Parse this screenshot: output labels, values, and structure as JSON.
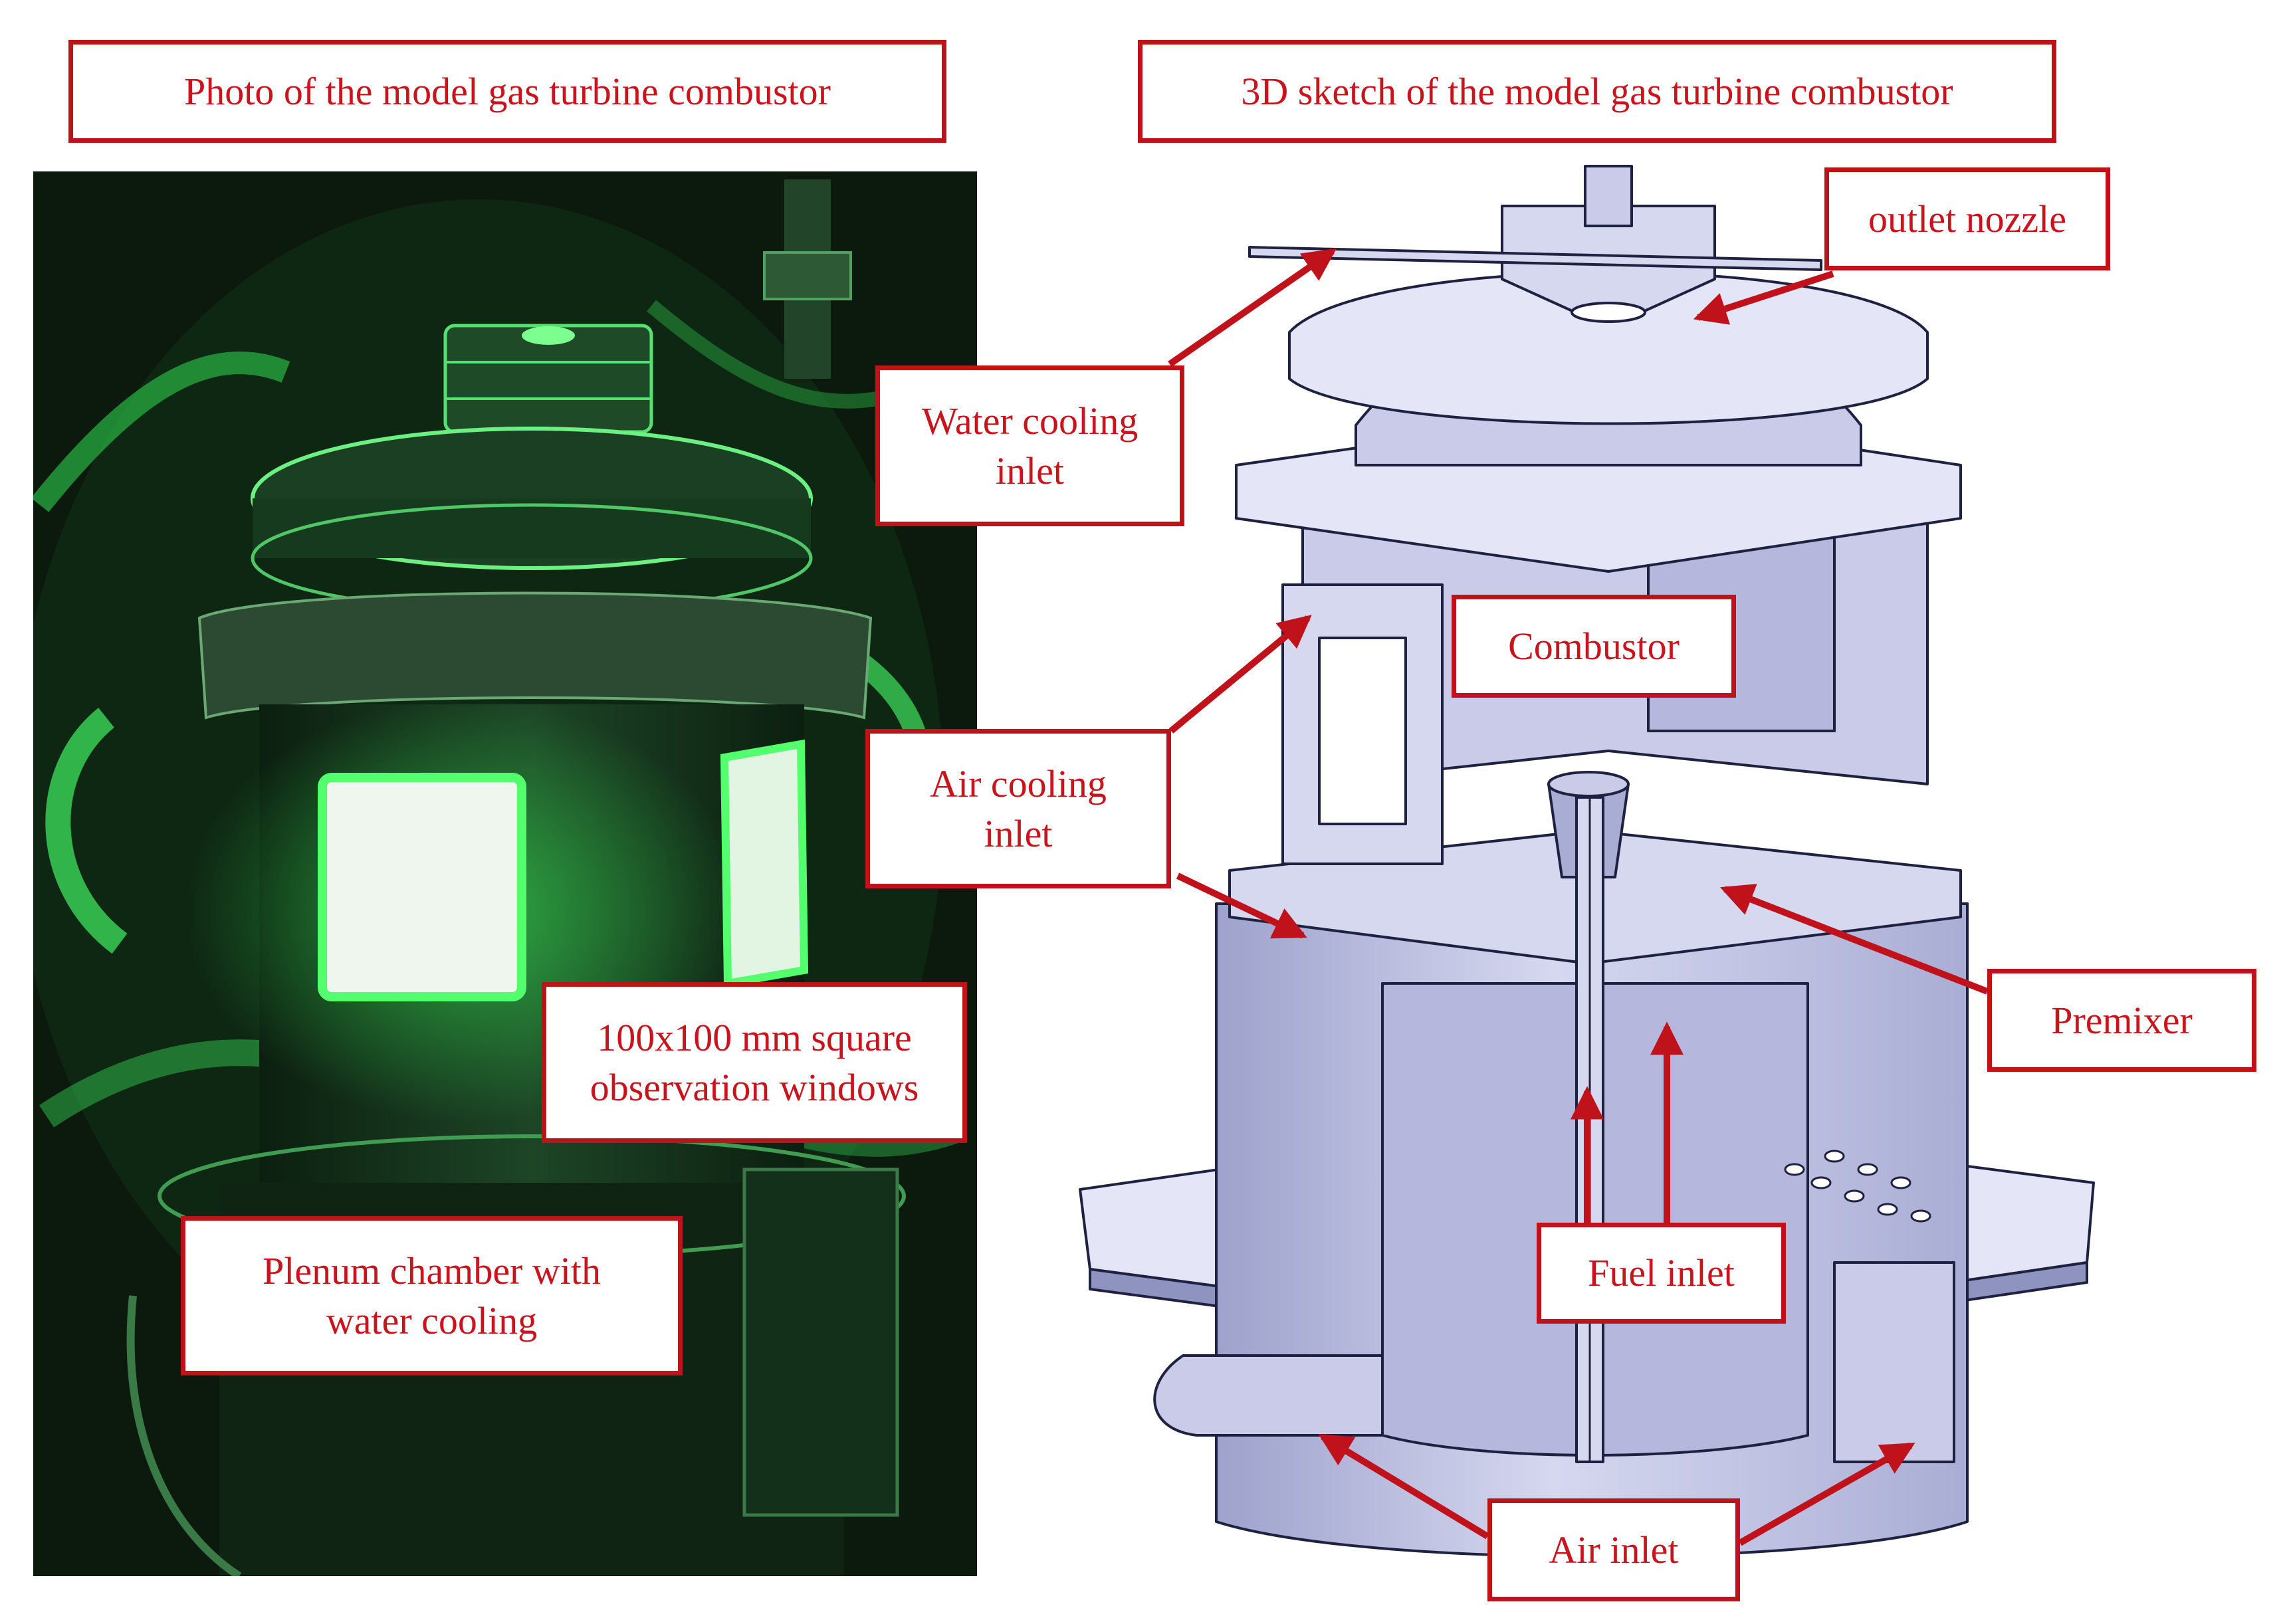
{
  "titles": {
    "photo": "Photo of the model gas turbine combustor",
    "sketch": "3D sketch of the model gas turbine combustor"
  },
  "photo_labels": {
    "windows": "100x100 mm square\nobservation windows",
    "plenum": "Plenum chamber  with\nwater cooling"
  },
  "sketch_labels": {
    "outlet_nozzle": "outlet nozzle",
    "water_cooling_inlet": "Water cooling\ninlet",
    "combustor": "Combustor",
    "air_cooling_inlet": "Air cooling\ninlet",
    "premixer": "Premixer",
    "fuel_inlet": "Fuel inlet",
    "air_inlet": "Air inlet"
  },
  "colors": {
    "accent": "#c0121b",
    "photo_bg": "#0b1a0d",
    "glow": "#3aff5a",
    "window": "#eef6ee",
    "metal": "#c9cbe8",
    "metal_dark": "#8f93bf",
    "metal_light": "#e4e5f6",
    "outline": "#1f2140"
  },
  "icons": {
    "arrow": "arrowhead-icon"
  }
}
